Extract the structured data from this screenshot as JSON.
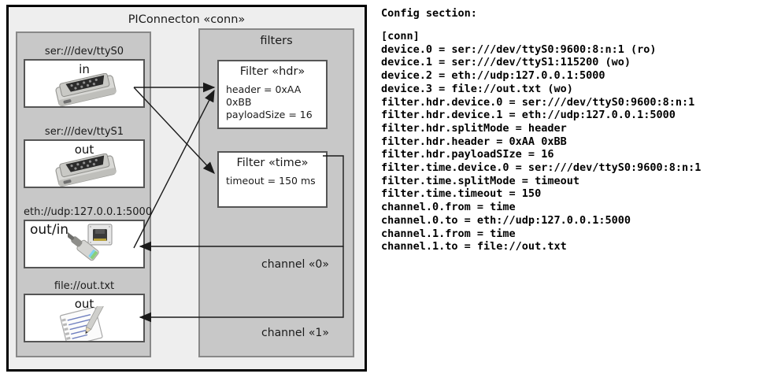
{
  "diagram": {
    "component_title": "PIConnecton «conn»",
    "devices_panel": {
      "name": "devices-panel",
      "items": [
        {
          "caption": "ser:///dev/ttyS0",
          "label": "in",
          "icon": "serial-db9-connector-icon"
        },
        {
          "caption": "ser:///dev/ttyS1",
          "label": "out",
          "icon": "serial-db9-connector-icon"
        },
        {
          "caption": "eth://udp:127.0.0.1:5000",
          "label": "out/in",
          "icon": "ethernet-rj45-icon"
        },
        {
          "caption": "file://out.txt",
          "label": "out",
          "icon": "text-file-pencil-icon"
        }
      ]
    },
    "filters_panel": {
      "title": "filters",
      "filters": [
        {
          "title": "Filter «hdr»",
          "props": [
            "header = 0xAA 0xBB",
            "payloadSize = 16"
          ]
        },
        {
          "title": "Filter «time»",
          "props": [
            "timeout = 150 ms"
          ]
        }
      ],
      "channels": [
        {
          "label": "channel «0»"
        },
        {
          "label": "channel «1»"
        }
      ]
    }
  },
  "config": {
    "heading": "Config section:",
    "lines": [
      "[conn]",
      "device.0 = ser:///dev/ttyS0:9600:8:n:1 (ro)",
      "device.1 = ser:///dev/ttyS1:115200 (wo)",
      "device.2 = eth://udp:127.0.0.1:5000",
      "device.3 = file://out.txt (wo)",
      "filter.hdr.device.0 = ser:///dev/ttyS0:9600:8:n:1",
      "filter.hdr.device.1 = eth://udp:127.0.0.1:5000",
      "filter.hdr.splitMode = header",
      "filter.hdr.header = 0xAA 0xBB",
      "filter.hdr.payloadSIze = 16",
      "filter.time.device.0 = ser:///dev/ttyS0:9600:8:n:1",
      "filter.time.splitMode = timeout",
      "filter.time.timeout = 150",
      "channel.0.from = time",
      "channel.0.to = eth://udp:127.0.0.1:5000",
      "channel.1.from = time",
      "channel.1.to = file://out.txt"
    ]
  },
  "colors": {
    "frame_border": "#000000",
    "frame_fill": "#eeeeee",
    "panel_fill": "#c8c8c8",
    "panel_border": "#888888",
    "card_fill": "#ffffff",
    "card_border": "#555555",
    "link_stroke": "#1a1a1a"
  }
}
